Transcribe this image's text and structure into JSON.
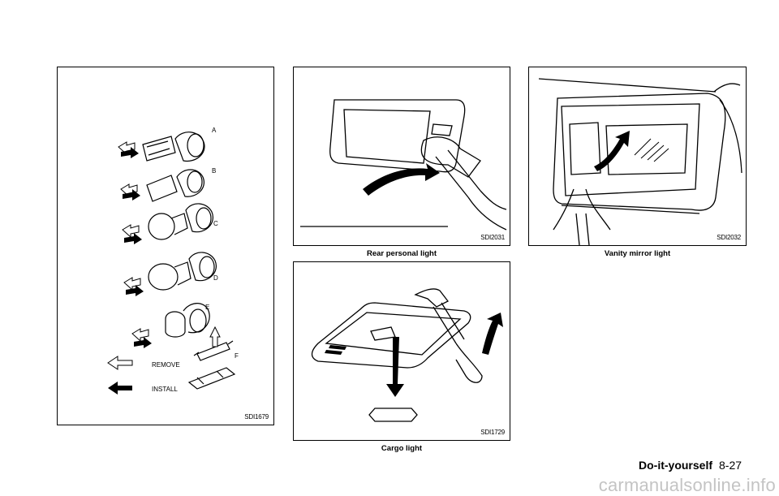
{
  "figures": {
    "bulbs": {
      "code": "SDI1679",
      "labels": [
        "A",
        "B",
        "C",
        "D",
        "E",
        "F"
      ],
      "legend": {
        "remove": "REMOVE",
        "install": "INSTALL"
      }
    },
    "rear_personal": {
      "code": "SDI2031",
      "caption": "Rear personal light"
    },
    "vanity_mirror": {
      "code": "SDI2032",
      "caption": "Vanity mirror light"
    },
    "cargo": {
      "code": "SDI1729",
      "caption": "Cargo light"
    }
  },
  "footer": {
    "section": "Do-it-yourself",
    "page": "8-27"
  },
  "watermark": "carmanualsonline.info"
}
